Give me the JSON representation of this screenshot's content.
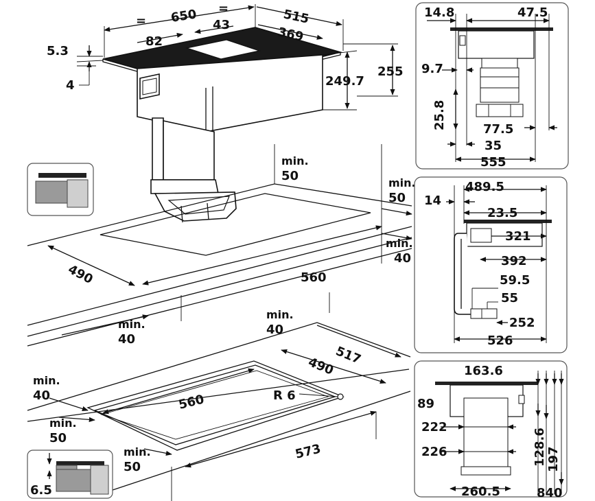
{
  "main_top": {
    "eq_left": "=",
    "w650": "650",
    "eq_right": "=",
    "d515": "515",
    "w82": "82",
    "w43": "43",
    "d369": "369",
    "h53": "5.3",
    "h4": "4",
    "h2497": "249.7",
    "h255": "255"
  },
  "main_cutout": {
    "min_label_1": "min.",
    "v50_top": "50",
    "min_label_2": "min.",
    "v50_right": "50",
    "min_label_3": "min.",
    "v40_right": "40",
    "v490": "490",
    "v560": "560",
    "min_label_4": "min.",
    "v40_front": "40"
  },
  "main_flush": {
    "min_label_1": "min.",
    "v40_top": "40",
    "v517": "517",
    "v490": "490",
    "min_label_2": "min.",
    "v40_left": "40",
    "v560": "560",
    "radius": "R 6",
    "min_label_3": "min.",
    "v50_left": "50",
    "min_label_4": "min.",
    "v50_front": "50",
    "v573": "573"
  },
  "detail_1": {
    "d148": "14.8",
    "d475": "47.5",
    "d97": "9.7",
    "d258": "25.8",
    "d775": "77.5",
    "d35": "35",
    "d555": "555"
  },
  "detail_2": {
    "d4895": "489.5",
    "d14": "14",
    "d235": "23.5",
    "d321": "321",
    "d392": "392",
    "d595": "59.5",
    "d55": "55",
    "d252": "252",
    "d526": "526"
  },
  "detail_3": {
    "d1636": "163.6",
    "d89": "89",
    "d222": "222",
    "d226": "226",
    "d1286": "128.6",
    "d197": "197",
    "d2605": "260.5",
    "d840": "840"
  },
  "inset_bottom": {
    "d65": "6.5"
  },
  "colors": {
    "stroke": "#111111",
    "glass": "#1a1a1a",
    "panel_border": "#555555",
    "inset_grey": "#9a9a9a",
    "inset_light": "#cfcfcf"
  }
}
